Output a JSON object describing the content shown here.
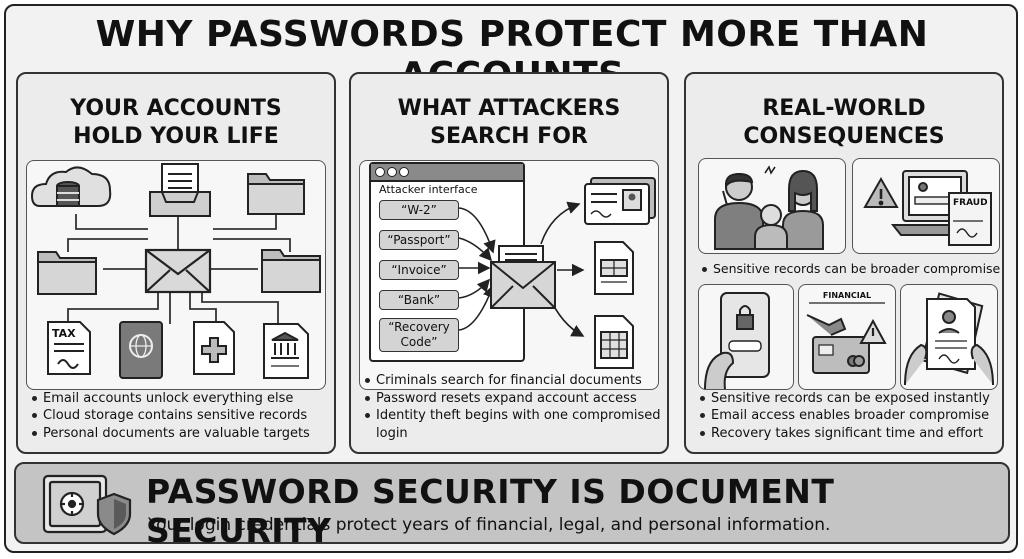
{
  "title": "WHY PASSWORDS PROTECT MORE THAN ACCOUNTS",
  "panels": [
    {
      "title_line1": "YOUR ACCOUNTS",
      "title_line2": "HOLD YOUR LIFE",
      "doc_label": "TAX",
      "bullets": [
        "Email accounts unlock everything else",
        "Cloud storage contains sensitive records",
        "Personal documents are valuable targets"
      ]
    },
    {
      "title_line1": "WHAT ATTACKERS",
      "title_line2": "SEARCH FOR",
      "interface_label": "Attacker interface",
      "search_terms": [
        "“W-2”",
        "“Passport”",
        "“Invoice”",
        "“Bank”"
      ],
      "search_term_last_line1": "“Recovery",
      "search_term_last_line2": "Code”",
      "bullets": [
        "Criminals search for financial documents",
        "Password resets expand account access",
        "Identity theft begins with one compromised login"
      ]
    },
    {
      "title_line1": "REAL-WORLD",
      "title_line2": "CONSEQUENCES",
      "fraud_label": "FRAUD",
      "financial_label": "FINANCIAL",
      "mid_note": "Sensitive records can be broader compromise",
      "bullets": [
        "Sensitive records can be exposed instantly",
        "Email access enables broader compromise",
        "Recovery takes significant time and effort"
      ]
    }
  ],
  "footer": {
    "title": "PASSWORD SECURITY IS DOCUMENT SECURITY",
    "subtitle": "Your login credentials protect years of financial,  legal, and personal information."
  }
}
